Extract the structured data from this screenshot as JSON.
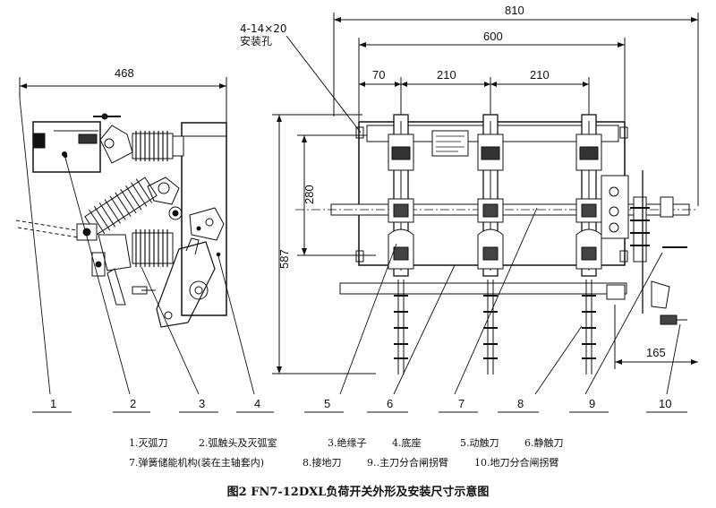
{
  "dimensions": {
    "d810": "810",
    "d600": "600",
    "d468": "468",
    "d70": "70",
    "d210a": "210",
    "d210b": "210",
    "d280": "280",
    "d587": "587",
    "d165": "165"
  },
  "mount_hole": {
    "spec": "4-14×20",
    "label": "安装孔"
  },
  "callouts": [
    "1",
    "2",
    "3",
    "4",
    "5",
    "6",
    "7",
    "8",
    "9",
    "10"
  ],
  "legend": {
    "row1": [
      "1.灭弧刀",
      "2.弧触头及灭弧室",
      "3.绝缘子",
      "4.底座",
      "5.动触刀",
      "6.静触刀"
    ],
    "row2": [
      "7.弹簧储能机构(装在主轴套内)",
      "8.接地刀",
      "9..主刀分合闸拐臂",
      "10.地刀分合闸拐臂"
    ]
  },
  "caption": "图2  FN7-12DXL负荷开关外形及安装尺寸示意图"
}
